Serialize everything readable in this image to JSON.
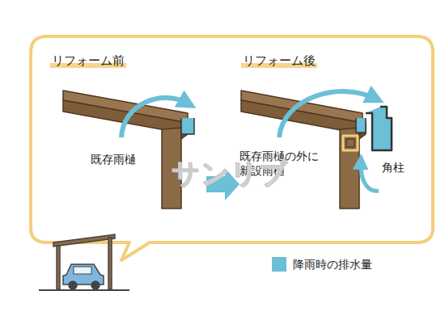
{
  "diagram": {
    "labels": [
      "リフォーム前",
      "リフォーム後",
      "既存雨樋",
      "既存雨樋の外に 新設雨樋",
      "角柱",
      "サンリブ"
    ],
    "legend": [
      {
        "text": "降雨時の排水量",
        "color": "#6bbfd6"
      }
    ]
  }
}
